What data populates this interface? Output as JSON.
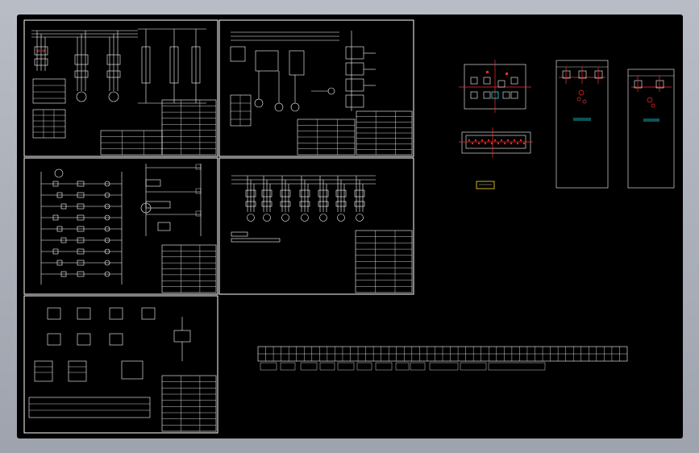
{
  "viewer": {
    "background": "#000000",
    "line_color": "#ffffff",
    "accent_red": "#ff2a2a",
    "accent_cyan": "#22e0e0",
    "accent_yellow": "#ffe020"
  },
  "drawing": {
    "sheets": [
      {
        "id": "main-power-circuit",
        "kind": "power-schematic"
      },
      {
        "id": "motor-power-circuit",
        "kind": "power-schematic"
      },
      {
        "id": "control-ladder-circuit",
        "kind": "ladder"
      },
      {
        "id": "multi-motor-circuit",
        "kind": "feeder-schematic"
      },
      {
        "id": "component-details",
        "kind": "component-sheet"
      }
    ],
    "layouts": [
      {
        "id": "panel-front-view"
      },
      {
        "id": "terminal-strip"
      },
      {
        "id": "cabinet-a"
      },
      {
        "id": "cabinet-b"
      }
    ],
    "terminal_row_cells": 48
  }
}
